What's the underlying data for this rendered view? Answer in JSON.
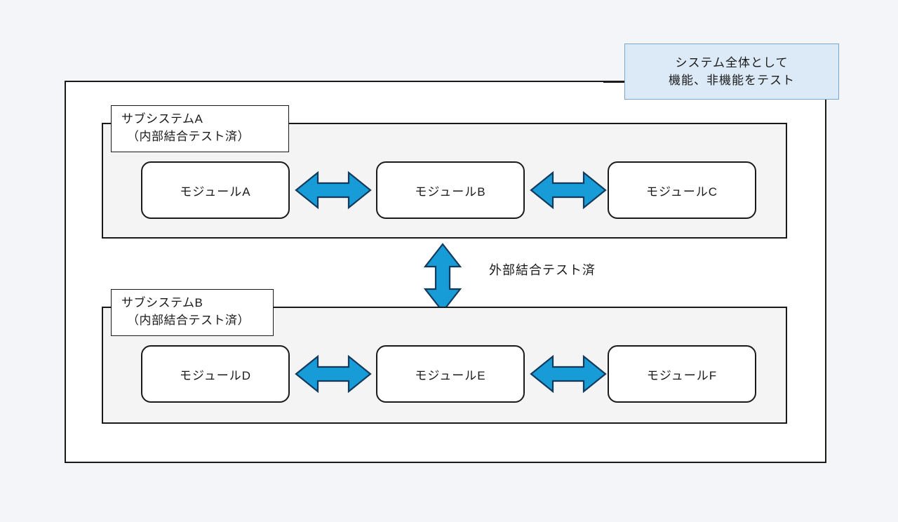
{
  "diagram": {
    "title": "システム全体としての機能・非機能テスト構成図",
    "colors": {
      "background": "#f4f5f9",
      "box_border": "#1a1a1a",
      "subsystem_fill": "#f4f4f4",
      "module_fill": "#ffffff",
      "arrow_fill": "#189cd8",
      "arrow_stroke": "#123a5c",
      "callout_fill": "#dce9f6",
      "callout_border": "#7ba7cd"
    }
  },
  "callout": {
    "line1": "システム全体として",
    "line2": "機能、非機能をテスト"
  },
  "subsystems": [
    {
      "id": "a",
      "label_line1": "サブシステムA",
      "label_line2": "（内部結合テスト済）",
      "modules": [
        {
          "id": "a",
          "label": "モジュールA"
        },
        {
          "id": "b",
          "label": "モジュールB"
        },
        {
          "id": "c",
          "label": "モジュールC"
        }
      ]
    },
    {
      "id": "b",
      "label_line1": "サブシステムB",
      "label_line2": "（内部結合テスト済）",
      "modules": [
        {
          "id": "d",
          "label": "モジュールD"
        },
        {
          "id": "e",
          "label": "モジュールE"
        },
        {
          "id": "f",
          "label": "モジュールF"
        }
      ]
    }
  ],
  "connections": {
    "external_test_label": "外部結合テスト済",
    "arrows": [
      {
        "id": "ab",
        "from": "モジュールA",
        "to": "モジュールB",
        "direction": "horizontal-bidirectional"
      },
      {
        "id": "bc",
        "from": "モジュールB",
        "to": "モジュールC",
        "direction": "horizontal-bidirectional"
      },
      {
        "id": "de",
        "from": "モジュールD",
        "to": "モジュールE",
        "direction": "horizontal-bidirectional"
      },
      {
        "id": "ef",
        "from": "モジュールE",
        "to": "モジュールF",
        "direction": "horizontal-bidirectional"
      },
      {
        "id": "sub",
        "from": "サブシステムA",
        "to": "サブシステムB",
        "direction": "vertical-bidirectional"
      }
    ]
  }
}
